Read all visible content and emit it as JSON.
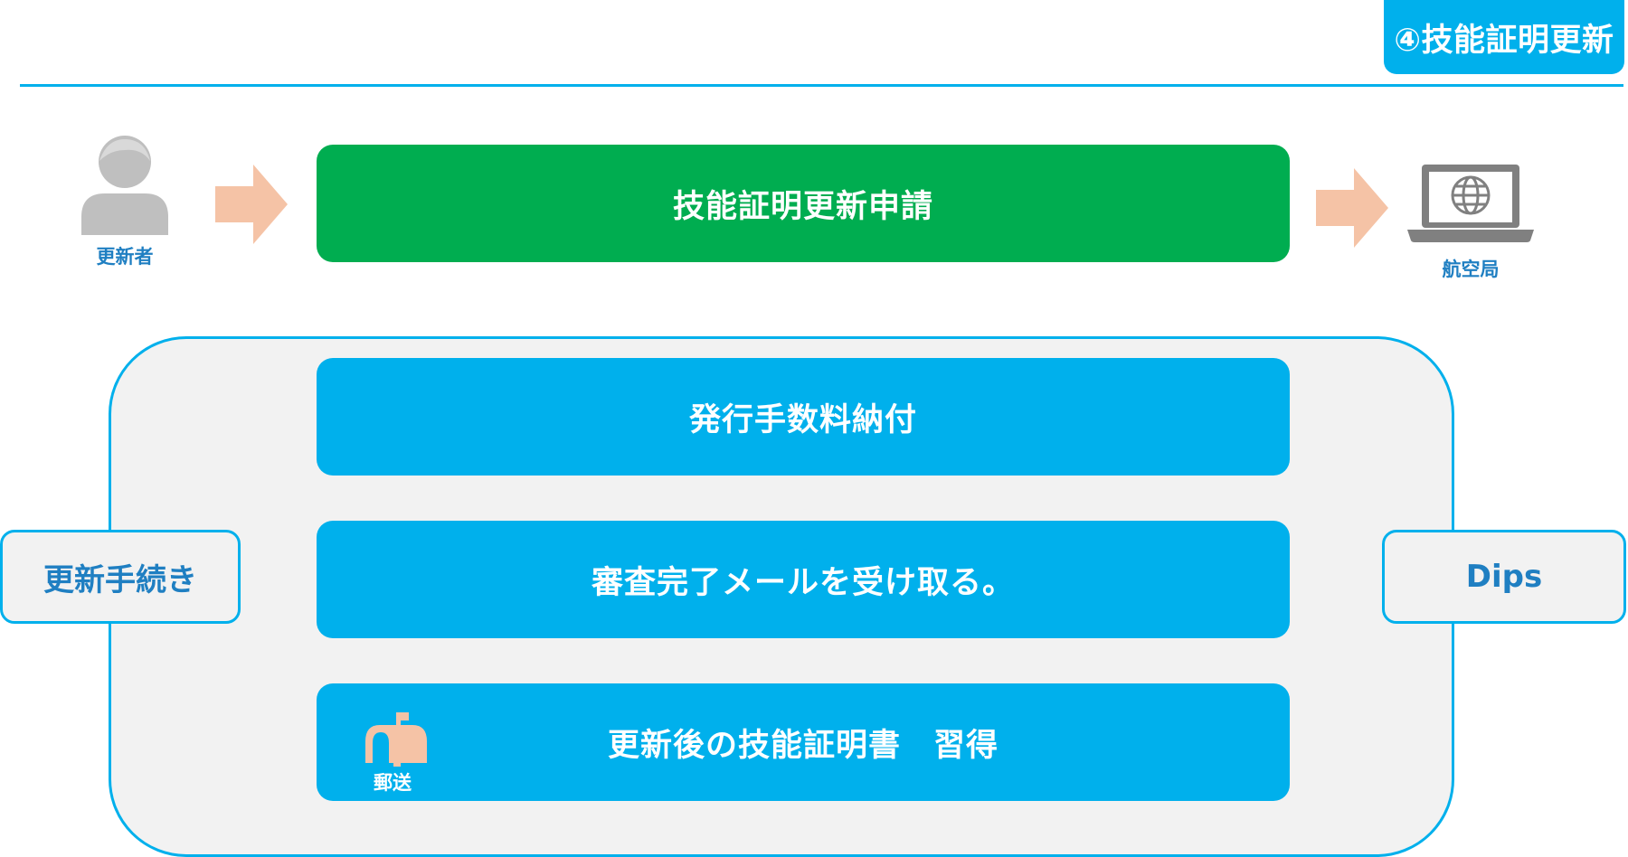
{
  "header": {
    "badge": "④技能証明更新"
  },
  "actors": {
    "left": "更新者",
    "right": "航空局"
  },
  "steps": {
    "apply": "技能証明更新申請",
    "fee": "発行手数料納付",
    "mail": "審査完了メールを受け取る。",
    "receive": "更新後の技能証明書　習得",
    "mail_caption": "郵送"
  },
  "side_labels": {
    "left": "更新手続き",
    "right": "Dips"
  },
  "colors": {
    "accent": "#00b0ec",
    "apply_green": "#00ad50",
    "arrow": "#f5c3a6",
    "panel_bg": "#f2f2f2",
    "label_text": "#1f7fc2",
    "person_icon": "#bfbfbf",
    "laptop_icon": "#808080"
  },
  "icons": [
    "person-icon",
    "arrow-right-icon",
    "laptop-globe-icon",
    "mailbox-icon"
  ]
}
